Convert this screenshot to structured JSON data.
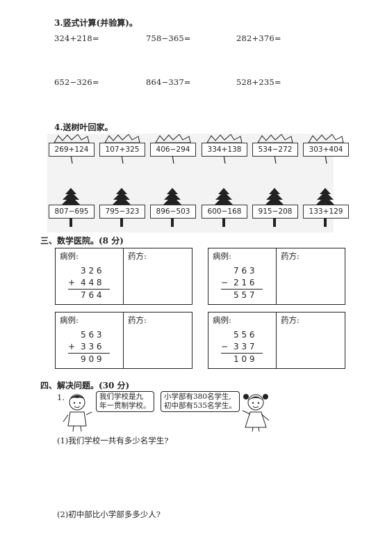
{
  "q3": {
    "title": "3.竖式计算(并验算)。",
    "rows": [
      [
        "324+218=",
        "758−365=",
        "282+376="
      ],
      [
        "652−326=",
        "864−337=",
        "528+235="
      ]
    ]
  },
  "q4": {
    "title": "4.送树叶回家。",
    "leaves": [
      "269+124",
      "107+325",
      "406−294",
      "334+138",
      "534−272",
      "303+404"
    ],
    "trees": [
      "807−695",
      "795−323",
      "896−503",
      "600−168",
      "915−208",
      "133+129"
    ]
  },
  "section3": {
    "title": "三、数学医院。(8 分)",
    "case_label": "病例:",
    "rx_label": "药方:",
    "cases": [
      {
        "top": "3 2 6",
        "op": "+",
        "bottom": "4 4 8",
        "result": "7 6 4"
      },
      {
        "top": "7 6 3",
        "op": "−",
        "bottom": "2 1 6",
        "result": "5 5 7"
      },
      {
        "top": "5 6 3",
        "op": "+",
        "bottom": "3 3 6",
        "result": "9 0 9"
      },
      {
        "top": "5 5 6",
        "op": "−",
        "bottom": "3 3 7",
        "result": "1 0 9"
      }
    ]
  },
  "section4": {
    "title": "四、解决问题。(30 分)",
    "q1_number": "1.",
    "bubble_boy": [
      "我们学校是九",
      "年一贯制学校。"
    ],
    "bubble_girl": [
      "小学部有380名学生,",
      "初中部有535名学生。"
    ],
    "sub1": "(1)我们学校一共有多少名学生?",
    "sub2": "(2)初中部比小学部多多少人?"
  }
}
